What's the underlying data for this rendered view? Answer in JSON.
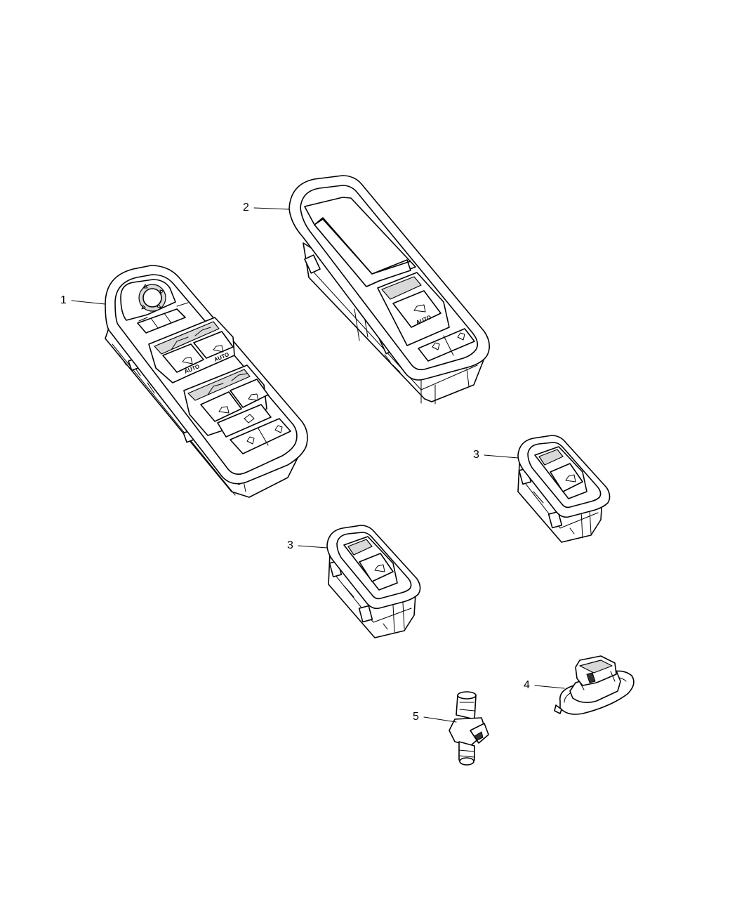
{
  "callouts": {
    "c1": "1",
    "c2": "2",
    "c3a": "3",
    "c3b": "3",
    "c4": "4",
    "c5": "5"
  },
  "switch_labels": {
    "auto": "AUTO"
  }
}
